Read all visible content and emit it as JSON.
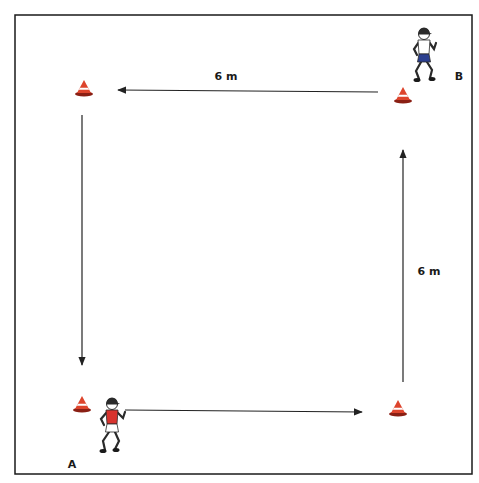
{
  "diagram": {
    "labels": [
      "6 m",
      "B",
      "6 m",
      "A"
    ]
  }
}
